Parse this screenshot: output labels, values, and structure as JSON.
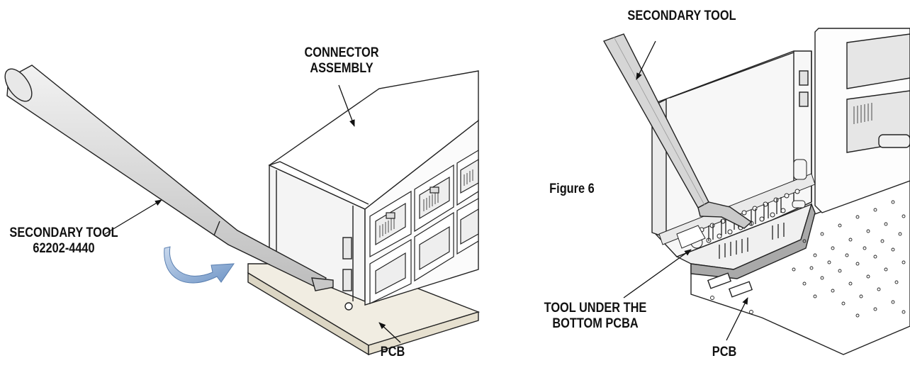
{
  "figure_label": "Figure 6",
  "left_panel": {
    "connector_label_line1": "CONNECTOR",
    "connector_label_line2": "ASSEMBLY",
    "tool_label_line1": "SECONDARY TOOL",
    "tool_label_line2": "62202-4440",
    "pcb_label": "PCB",
    "arrow_color": "#8fb0d6"
  },
  "right_panel": {
    "tool_label": "SECONDARY TOOL",
    "tool_under_line1": "TOOL UNDER THE",
    "tool_under_line2": "BOTTOM PCBA",
    "pcb_label": "PCB"
  }
}
